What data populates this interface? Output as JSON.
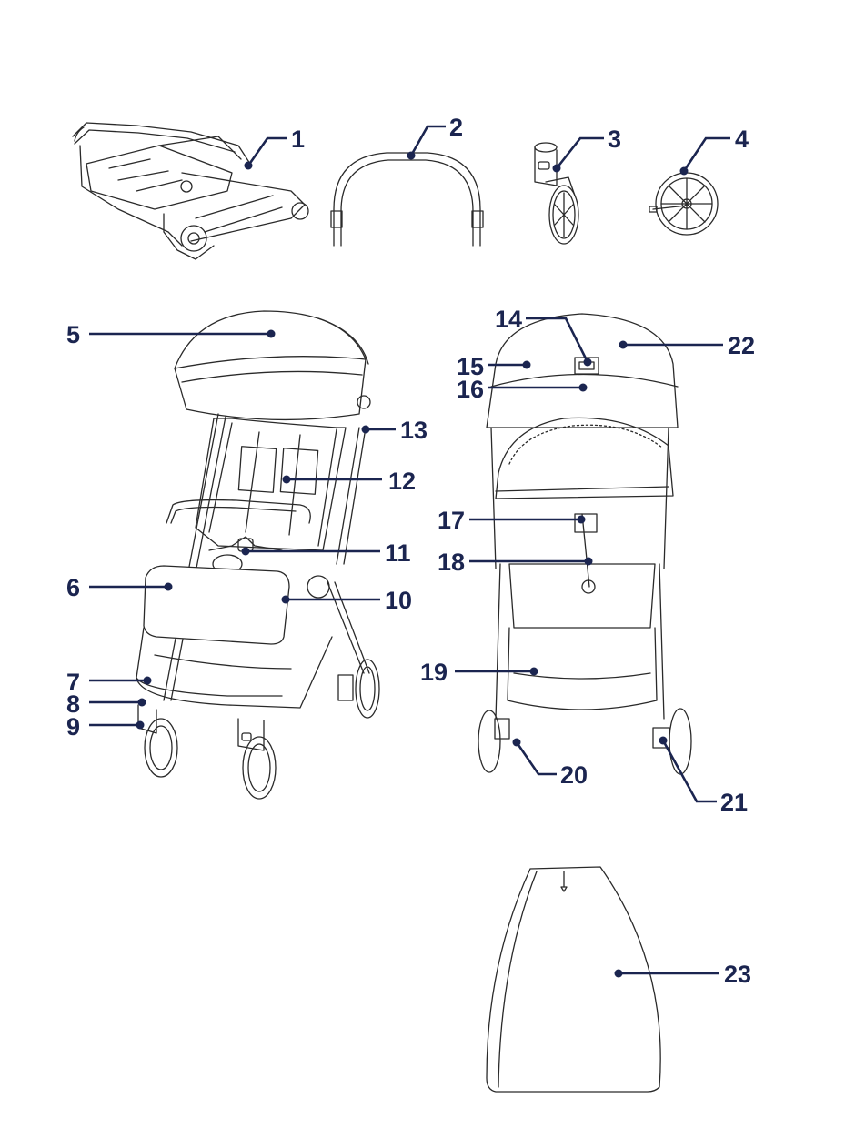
{
  "labels": [
    "1",
    "2",
    "3",
    "4",
    "5",
    "6",
    "7",
    "8",
    "9",
    "10",
    "11",
    "12",
    "13",
    "14",
    "15",
    "16",
    "17",
    "18",
    "19",
    "20",
    "21",
    "22",
    "23"
  ],
  "colors": {
    "callout": "#1b2550",
    "outline": "#2a2a2a",
    "background": "#ffffff"
  }
}
